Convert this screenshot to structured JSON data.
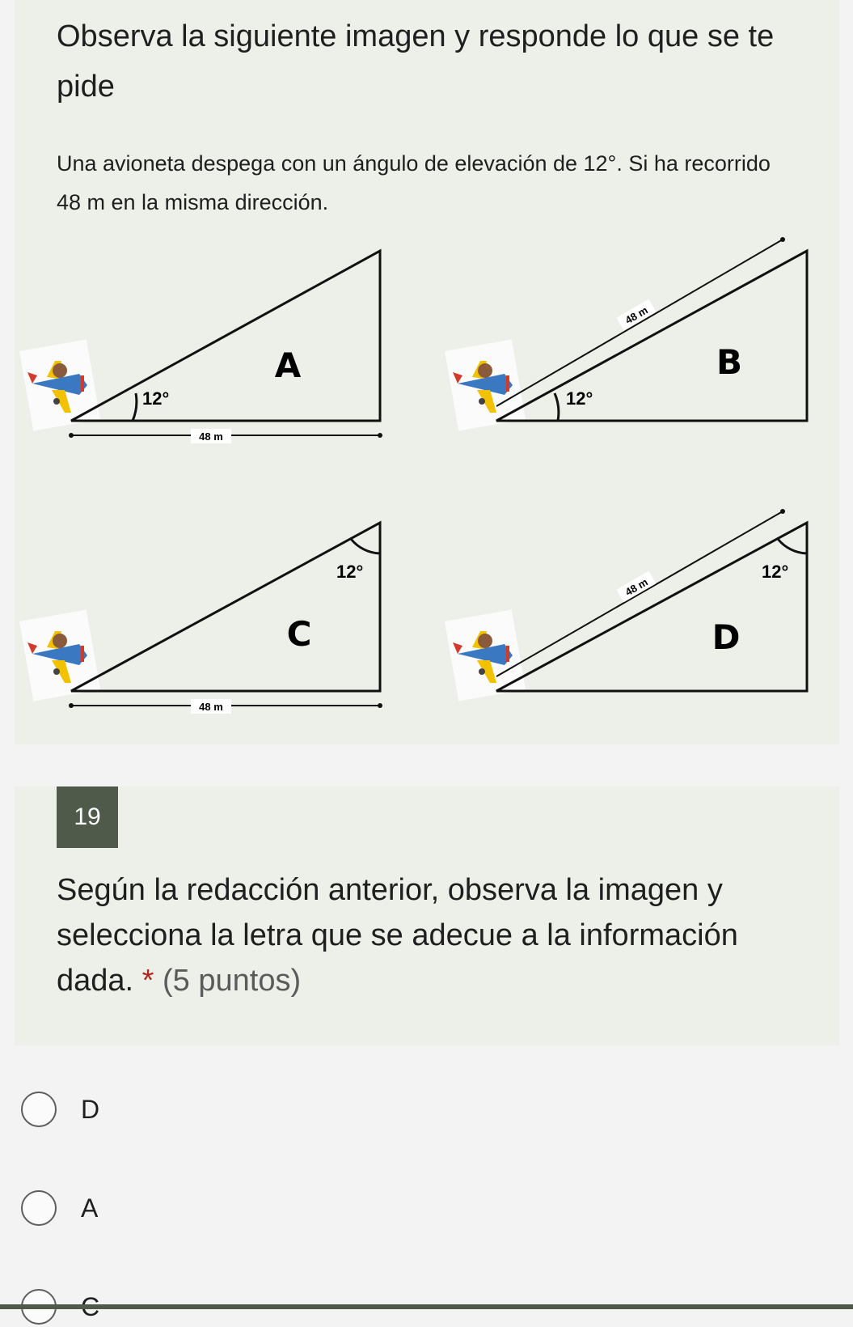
{
  "intro": {
    "title": "Observa la siguiente imagen y responde lo que se te pide",
    "statement": "Una avioneta despega con un ángulo de elevación de 12°. Si ha recorrido 48 m en la misma dirección."
  },
  "figure": {
    "triangles": [
      {
        "letter": "A",
        "angle": "12°",
        "distance": "48 m"
      },
      {
        "letter": "B",
        "angle": "12°",
        "distance": "48 m"
      },
      {
        "letter": "C",
        "angle": "12°",
        "distance": "48 m"
      },
      {
        "letter": "D",
        "angle": "12°",
        "distance": "48 m"
      }
    ]
  },
  "question": {
    "number": "19",
    "text": "Según la redacción anterior, observa la imagen y selecciona la letra que se adecue a la información dada.",
    "required_mark": "*",
    "points": "(5 puntos)"
  },
  "options": [
    {
      "label": "D"
    },
    {
      "label": "A"
    },
    {
      "label": "C"
    }
  ],
  "colors": {
    "card_bg": "#edf0e8",
    "accent": "#4f5a4a",
    "required": "#b3261e"
  }
}
